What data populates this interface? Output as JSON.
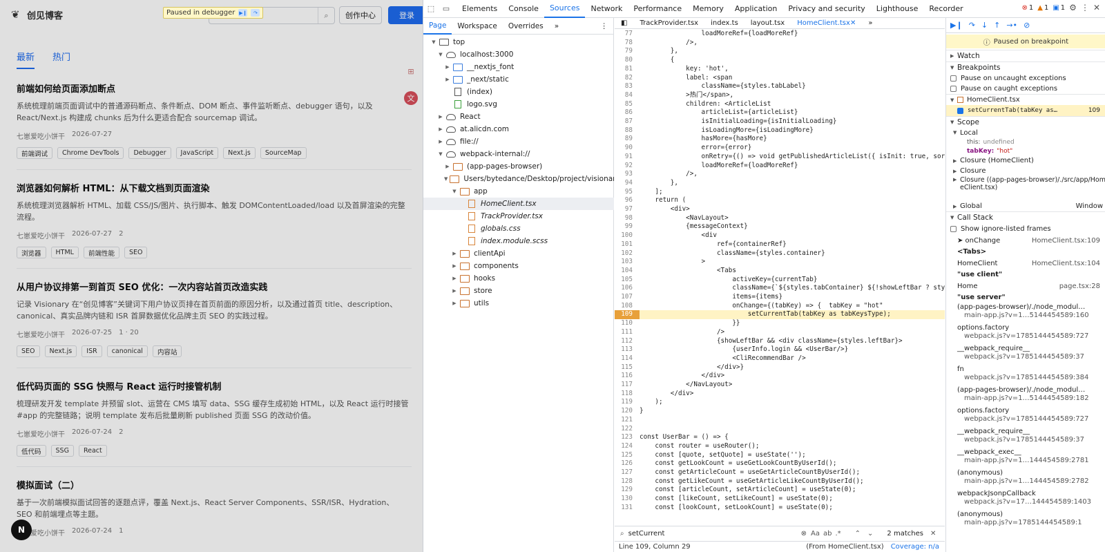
{
  "web": {
    "logo": "创见博客",
    "paused_label": "Paused in debugger",
    "create_button": "创作中心",
    "login_button": "登录",
    "tabs": [
      "最新",
      "热门"
    ],
    "articles": [
      {
        "title": "前端如何给页面添加断点",
        "desc": "系统梳理前端页面调试中的普通源码断点、条件断点、DOM 断点、事件监听断点、debugger 语句，以及 React/Next.js 构建成 chunks 后为什么更适合配合 sourcemap 调试。",
        "author": "七崽爱吃小饼干",
        "date": "2026-07-27",
        "stats": "",
        "tags": [
          "前端调试",
          "Chrome DevTools",
          "Debugger",
          "JavaScript",
          "Next.js",
          "SourceMap"
        ]
      },
      {
        "title": "浏览器如何解析 HTML：从下载文档到页面渲染",
        "desc": "系统梳理浏览器解析 HTML、加载 CSS/JS/图片、执行脚本、触发 DOMContentLoaded/load 以及首屏渲染的完整流程。",
        "author": "七崽爱吃小饼干",
        "date": "2026-07-27",
        "stats": "2",
        "tags": [
          "浏览器",
          "HTML",
          "前端性能",
          "SEO"
        ]
      },
      {
        "title": "从用户协议排第一到首页 SEO 优化：一次内容站首页改造实践",
        "desc": "记录 Visionary 在“创见博客”关键词下用户协议页排在首页前面的原因分析，以及通过首页 title、description、canonical、真实品牌内链和 ISR 首屏数据优化品牌主页 SEO 的实践过程。",
        "author": "七崽爱吃小饼干",
        "date": "2026-07-25",
        "stats": "1 · 20",
        "tags": [
          "SEO",
          "Next.js",
          "ISR",
          "canonical",
          "内容站"
        ]
      },
      {
        "title": "低代码页面的 SSG 快照与 React 运行时接管机制",
        "desc": "梳理研发开发 template 并预留 slot、运营在 CMS 填写 data、SSG 缓存生成初始 HTML，以及 React 运行时接管 #app 的完整链路；说明 template 发布后批量刷新 published 页面 SSG 的改动价值。",
        "author": "七崽爱吃小饼干",
        "date": "2026-07-24",
        "stats": "2",
        "tags": [
          "低代码",
          "SSG",
          "React"
        ]
      },
      {
        "title": "模拟面试（二）",
        "desc": "基于一次前端模拟面试回答的逐题点评，覆盖 Next.js、React Server Components、SSR/ISR、Hydration、SEO 和前端埋点等主题。",
        "author": "七崽爱吃小饼干",
        "date": "2026-07-24",
        "stats": "1",
        "tags": []
      }
    ],
    "nav_button": "N"
  },
  "devtools": {
    "top_tabs": [
      "Elements",
      "Console",
      "Sources",
      "Network",
      "Performance",
      "Memory",
      "Application",
      "Privacy and security",
      "Lighthouse",
      "Recorder"
    ],
    "active_top_tab": "Sources",
    "badges": {
      "errors": "1",
      "warnings": "1",
      "issues": "1"
    },
    "nav_tabs": [
      "Page",
      "Workspace",
      "Overrides"
    ],
    "tree": [
      {
        "label": "top",
        "depth": 0,
        "arrow": "down",
        "icon": "frame"
      },
      {
        "label": "localhost:3000",
        "depth": 1,
        "arrow": "down",
        "icon": "cloud"
      },
      {
        "label": "__nextjs_font",
        "depth": 2,
        "arrow": "right",
        "icon": "folder-blue"
      },
      {
        "label": "_next/static",
        "depth": 2,
        "arrow": "right",
        "icon": "folder-blue"
      },
      {
        "label": "(index)",
        "depth": 2,
        "arrow": "",
        "icon": "file"
      },
      {
        "label": "logo.svg",
        "depth": 2,
        "arrow": "",
        "icon": "file-green"
      },
      {
        "label": "React",
        "depth": 1,
        "arrow": "right",
        "icon": "cloud"
      },
      {
        "label": "at.alicdn.com",
        "depth": 1,
        "arrow": "right",
        "icon": "cloud"
      },
      {
        "label": "file://",
        "depth": 1,
        "arrow": "right",
        "icon": "cloud"
      },
      {
        "label": "webpack-internal://",
        "depth": 1,
        "arrow": "down",
        "icon": "cloud"
      },
      {
        "label": "(app-pages-browser)",
        "depth": 2,
        "arrow": "right",
        "icon": "folder-orange"
      },
      {
        "label": "Users/bytedance/Desktop/project/visionar…",
        "depth": 2,
        "arrow": "down",
        "icon": "folder-orange"
      },
      {
        "label": "app",
        "depth": 3,
        "arrow": "down",
        "icon": "folder-orange"
      },
      {
        "label": "HomeClient.tsx",
        "depth": 4,
        "arrow": "",
        "icon": "file-orange",
        "selected": true
      },
      {
        "label": "TrackProvider.tsx",
        "depth": 4,
        "arrow": "",
        "icon": "file-orange"
      },
      {
        "label": "globals.css",
        "depth": 4,
        "arrow": "",
        "icon": "file-orange"
      },
      {
        "label": "index.module.scss",
        "depth": 4,
        "arrow": "",
        "icon": "file-orange"
      },
      {
        "label": "clientApi",
        "depth": 3,
        "arrow": "right",
        "icon": "folder-orange"
      },
      {
        "label": "components",
        "depth": 3,
        "arrow": "right",
        "icon": "folder-orange"
      },
      {
        "label": "hooks",
        "depth": 3,
        "arrow": "right",
        "icon": "folder-orange"
      },
      {
        "label": "store",
        "depth": 3,
        "arrow": "right",
        "icon": "folder-orange"
      },
      {
        "label": "utils",
        "depth": 3,
        "arrow": "right",
        "icon": "folder-orange"
      }
    ],
    "editor_tabs": [
      "TrackProvider.tsx",
      "index.ts",
      "layout.tsx",
      "HomeClient.tsx"
    ],
    "active_editor_tab": "HomeClient.tsx",
    "code_lines": [
      {
        "n": "77",
        "t": "                loadMoreRef={loadMoreRef}"
      },
      {
        "n": "78",
        "t": "            />,"
      },
      {
        "n": "79",
        "t": "        },"
      },
      {
        "n": "80",
        "t": "        {"
      },
      {
        "n": "81",
        "t": "            key: 'hot',"
      },
      {
        "n": "82",
        "t": "            label: <span"
      },
      {
        "n": "83",
        "t": "                className={styles.tabLabel}"
      },
      {
        "n": "84",
        "t": "            >热门</span>,"
      },
      {
        "n": "85",
        "t": "            children: <ArticleList"
      },
      {
        "n": "86",
        "t": "                articleList={articleList}"
      },
      {
        "n": "87",
        "t": "                isInitialLoading={isInitialLoading}"
      },
      {
        "n": "88",
        "t": "                isLoadingMore={isLoadingMore}"
      },
      {
        "n": "89",
        "t": "                hasMore={hasMore}"
      },
      {
        "n": "90",
        "t": "                error={error}"
      },
      {
        "n": "91",
        "t": "                onRetry={() => void getPublishedArticleList({ isInit: true, sor"
      },
      {
        "n": "92",
        "t": "                loadMoreRef={loadMoreRef}"
      },
      {
        "n": "93",
        "t": "            />,"
      },
      {
        "n": "94",
        "t": "        },"
      },
      {
        "n": "95",
        "t": "    ];"
      },
      {
        "n": "96",
        "t": "    return ("
      },
      {
        "n": "97",
        "t": "        <div>"
      },
      {
        "n": "98",
        "t": "            <NavLayout>"
      },
      {
        "n": "99",
        "t": "            {messageContext}"
      },
      {
        "n": "100",
        "t": "                <div"
      },
      {
        "n": "101",
        "t": "                    ref={containerRef}"
      },
      {
        "n": "102",
        "t": "                    className={styles.container}"
      },
      {
        "n": "103",
        "t": "                >"
      },
      {
        "n": "104",
        "t": "                    <Tabs"
      },
      {
        "n": "105",
        "t": "                        activeKey={currentTab}"
      },
      {
        "n": "106",
        "t": "                        className={`${styles.tabContainer} ${!showLeftBar ? sty"
      },
      {
        "n": "107",
        "t": "                        items={items}"
      },
      {
        "n": "108",
        "t": "                        onChange={(tabKey) => {  tabKey = \"hot\""
      },
      {
        "n": "109",
        "t": "                            setCurrentTab(tabKey as tabKeysType);"
      },
      {
        "n": "110",
        "t": "                        }}"
      },
      {
        "n": "111",
        "t": "                    />"
      },
      {
        "n": "112",
        "t": "                    {showLeftBar && <div className={styles.leftBar}>"
      },
      {
        "n": "113",
        "t": "                        {userInfo.login && <UserBar/>}"
      },
      {
        "n": "114",
        "t": "                        <CliRecommendBar />"
      },
      {
        "n": "115",
        "t": "                    </div>}"
      },
      {
        "n": "116",
        "t": "                </div>"
      },
      {
        "n": "117",
        "t": "            </NavLayout>"
      },
      {
        "n": "118",
        "t": "        </div>"
      },
      {
        "n": "119",
        "t": "    );"
      },
      {
        "n": "120",
        "t": "}"
      },
      {
        "n": "121",
        "t": ""
      },
      {
        "n": "122",
        "t": ""
      },
      {
        "n": "123",
        "t": "const UserBar = () => {"
      },
      {
        "n": "124",
        "t": "    const router = useRouter();"
      },
      {
        "n": "125",
        "t": "    const [quote, setQuote] = useState('');"
      },
      {
        "n": "126",
        "t": "    const getLookCount = useGetLookCountByUserId();"
      },
      {
        "n": "127",
        "t": "    const getArticleCount = useGetArticleCountByUserId();"
      },
      {
        "n": "128",
        "t": "    const getLikeCount = useGetArticleLikeCountByUserId();"
      },
      {
        "n": "129",
        "t": "    const [articleCount, setArticleCount] = useState(0);"
      },
      {
        "n": "130",
        "t": "    const [likeCount, setLikeCount] = useState(0);"
      },
      {
        "n": "131",
        "t": "    const [lookCount, setLookCount] = useState(0);"
      }
    ],
    "highlight_line": "109",
    "search_value": "setCurrent",
    "search_matches": "2 matches",
    "status_position": "Line 109, Column 29",
    "status_from": "(From HomeClient.tsx)",
    "status_coverage": "Coverage: n/a",
    "paused_banner": "Paused on breakpoint",
    "sections": {
      "watch": "Watch",
      "breakpoints": "Breakpoints",
      "scope": "Scope",
      "call_stack": "Call Stack"
    },
    "pause_uncaught": "Pause on uncaught exceptions",
    "pause_caught": "Pause on caught exceptions",
    "bp_file": "HomeClient.tsx",
    "bp_code": "setCurrentTab(tabKey as…",
    "bp_line": "109",
    "scope": {
      "local": "Local",
      "this_key": "this:",
      "this_val": "undefined",
      "tabkey_key": "tabKey:",
      "tabkey_val": "\"hot\"",
      "closure1": "Closure (HomeClient)",
      "closure2": "Closure",
      "closure3": "Closure ((app-pages-browser)/./src/app/HomeClient.tsx)",
      "global": "Global",
      "global_val": "Window"
    },
    "show_ignore": "Show ignore-listed frames",
    "call_stack": [
      {
        "kind": "frame",
        "name": "onChange",
        "loc": "HomeClient.tsx:109",
        "current": true
      },
      {
        "kind": "group",
        "name": "<Tabs>"
      },
      {
        "kind": "frame",
        "name": "HomeClient",
        "loc": "HomeClient.tsx:104"
      },
      {
        "kind": "group",
        "name": "\"use client\""
      },
      {
        "kind": "frame",
        "name": "Home",
        "loc": "page.tsx:28"
      },
      {
        "kind": "group",
        "name": "\"use server\""
      },
      {
        "kind": "frame2",
        "name": "(app-pages-browser)/./node_modul…",
        "loc": "main-app.js?v=1…5144454589:160"
      },
      {
        "kind": "frame2",
        "name": "options.factory",
        "loc": "webpack.js?v=1785144454589:727"
      },
      {
        "kind": "frame2",
        "name": "__webpack_require__",
        "loc": "webpack.js?v=1785144454589:37"
      },
      {
        "kind": "frame2",
        "name": "fn",
        "loc": "webpack.js?v=1785144454589:384"
      },
      {
        "kind": "frame2",
        "name": "(app-pages-browser)/./node_modul…",
        "loc": "main-app.js?v=1…5144454589:182"
      },
      {
        "kind": "frame2",
        "name": "options.factory",
        "loc": "webpack.js?v=1785144454589:727"
      },
      {
        "kind": "frame2",
        "name": "__webpack_require__",
        "loc": "webpack.js?v=1785144454589:37"
      },
      {
        "kind": "frame2",
        "name": "__webpack_exec__",
        "loc": "main-app.js?v=1…144454589:2781"
      },
      {
        "kind": "frame2",
        "name": "(anonymous)",
        "loc": "main-app.js?v=1…144454589:2782"
      },
      {
        "kind": "frame2",
        "name": "webpackJsonpCallback",
        "loc": "webpack.js?v=17…144454589:1403"
      },
      {
        "kind": "frame2",
        "name": "(anonymous)",
        "loc": "main-app.js?v=1785144454589:1"
      }
    ]
  }
}
